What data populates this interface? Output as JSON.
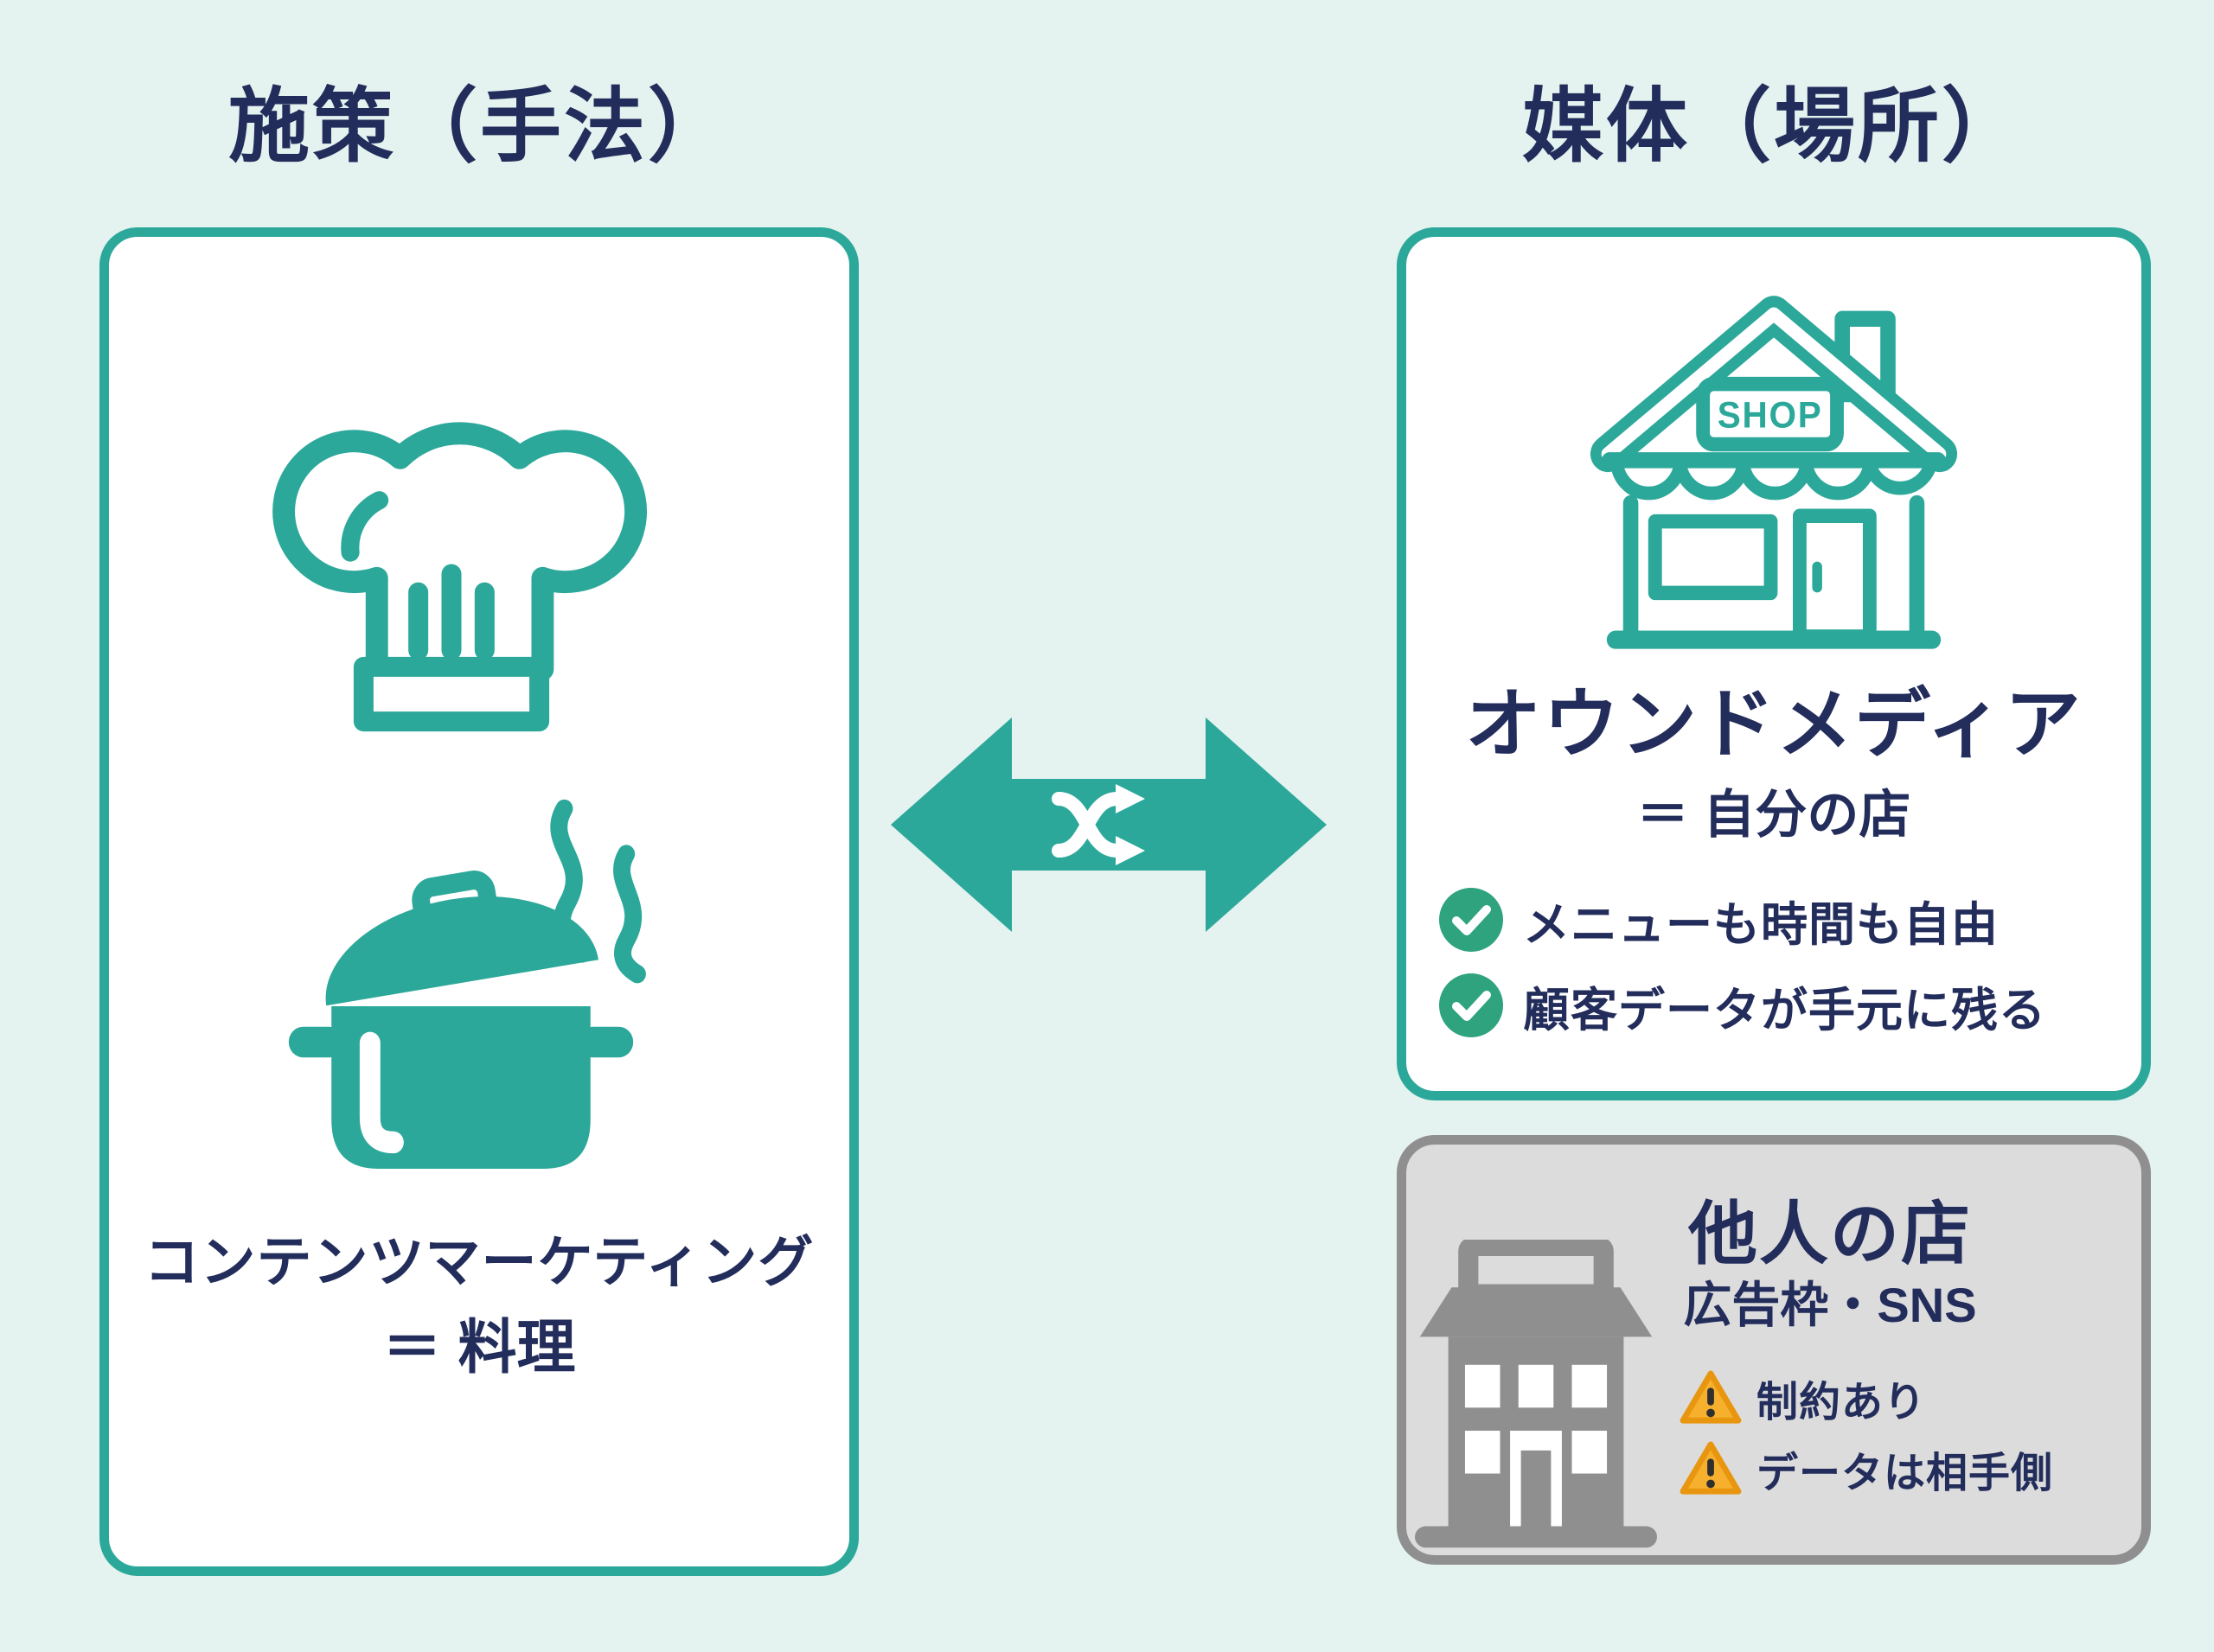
{
  "colors": {
    "bg": "#e4f2f0",
    "teal": "#2ca89a",
    "navy": "#232d5b",
    "card-gray-bg": "#dcdcdc",
    "card-gray-border": "#8f8f8f",
    "icon-gray": "#8f8f8f",
    "check-green": "#2fa37e",
    "warn-fill": "#f7b02e",
    "warn-border": "#e8960f",
    "warn-glyph": "#2f2f2f"
  },
  "headers": {
    "left": "施策（手法）",
    "right": "媒体（場所）"
  },
  "measures_card": {
    "icons": [
      "chef-hat-icon",
      "cooking-pot-icon"
    ],
    "caption_line1": "コンテンツマーケティング",
    "caption_line2": "＝ 料理"
  },
  "arrow": {
    "icon": "shuffle-icon"
  },
  "owned_media_card": {
    "icon": "shop-icon",
    "shop_sign": "SHOP",
    "title": "オウンドメディア",
    "subtitle": "＝ 自分の店",
    "checks": [
      {
        "label": "メニューも時間も自由"
      },
      {
        "label": "顧客データが手元に残る"
      }
    ]
  },
  "other_shop_card": {
    "icon": "building-icon",
    "title": "他人の店",
    "subtitle": "広告枠・SNS",
    "warnings": [
      {
        "label": "制約あり"
      },
      {
        "label": "データは相手側"
      }
    ]
  }
}
